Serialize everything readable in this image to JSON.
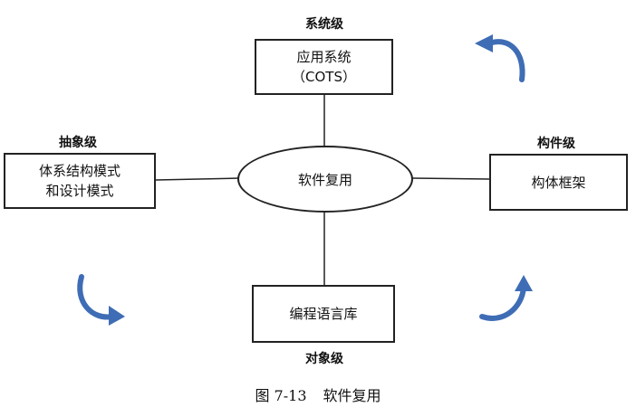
{
  "diagram": {
    "center": {
      "label": "软件复用"
    },
    "top": {
      "level": "系统级",
      "line1": "应用系统",
      "line2": "（COTS）"
    },
    "left": {
      "level": "抽象级",
      "line1": "体系结构模式",
      "line2": "和设计模式"
    },
    "right": {
      "level": "构件级",
      "line1": "构体框架"
    },
    "bottom": {
      "level": "对象级",
      "line1": "编程语言库"
    }
  },
  "caption": {
    "number": "图 7-13",
    "title": "软件复用"
  },
  "colors": {
    "arrow": "#3f6db5",
    "line": "#222222"
  },
  "arrows": [
    {
      "icon": "curved-arrow-icon"
    },
    {
      "icon": "curved-arrow-icon"
    },
    {
      "icon": "curved-arrow-icon"
    },
    {
      "icon": "curved-arrow-icon"
    }
  ]
}
